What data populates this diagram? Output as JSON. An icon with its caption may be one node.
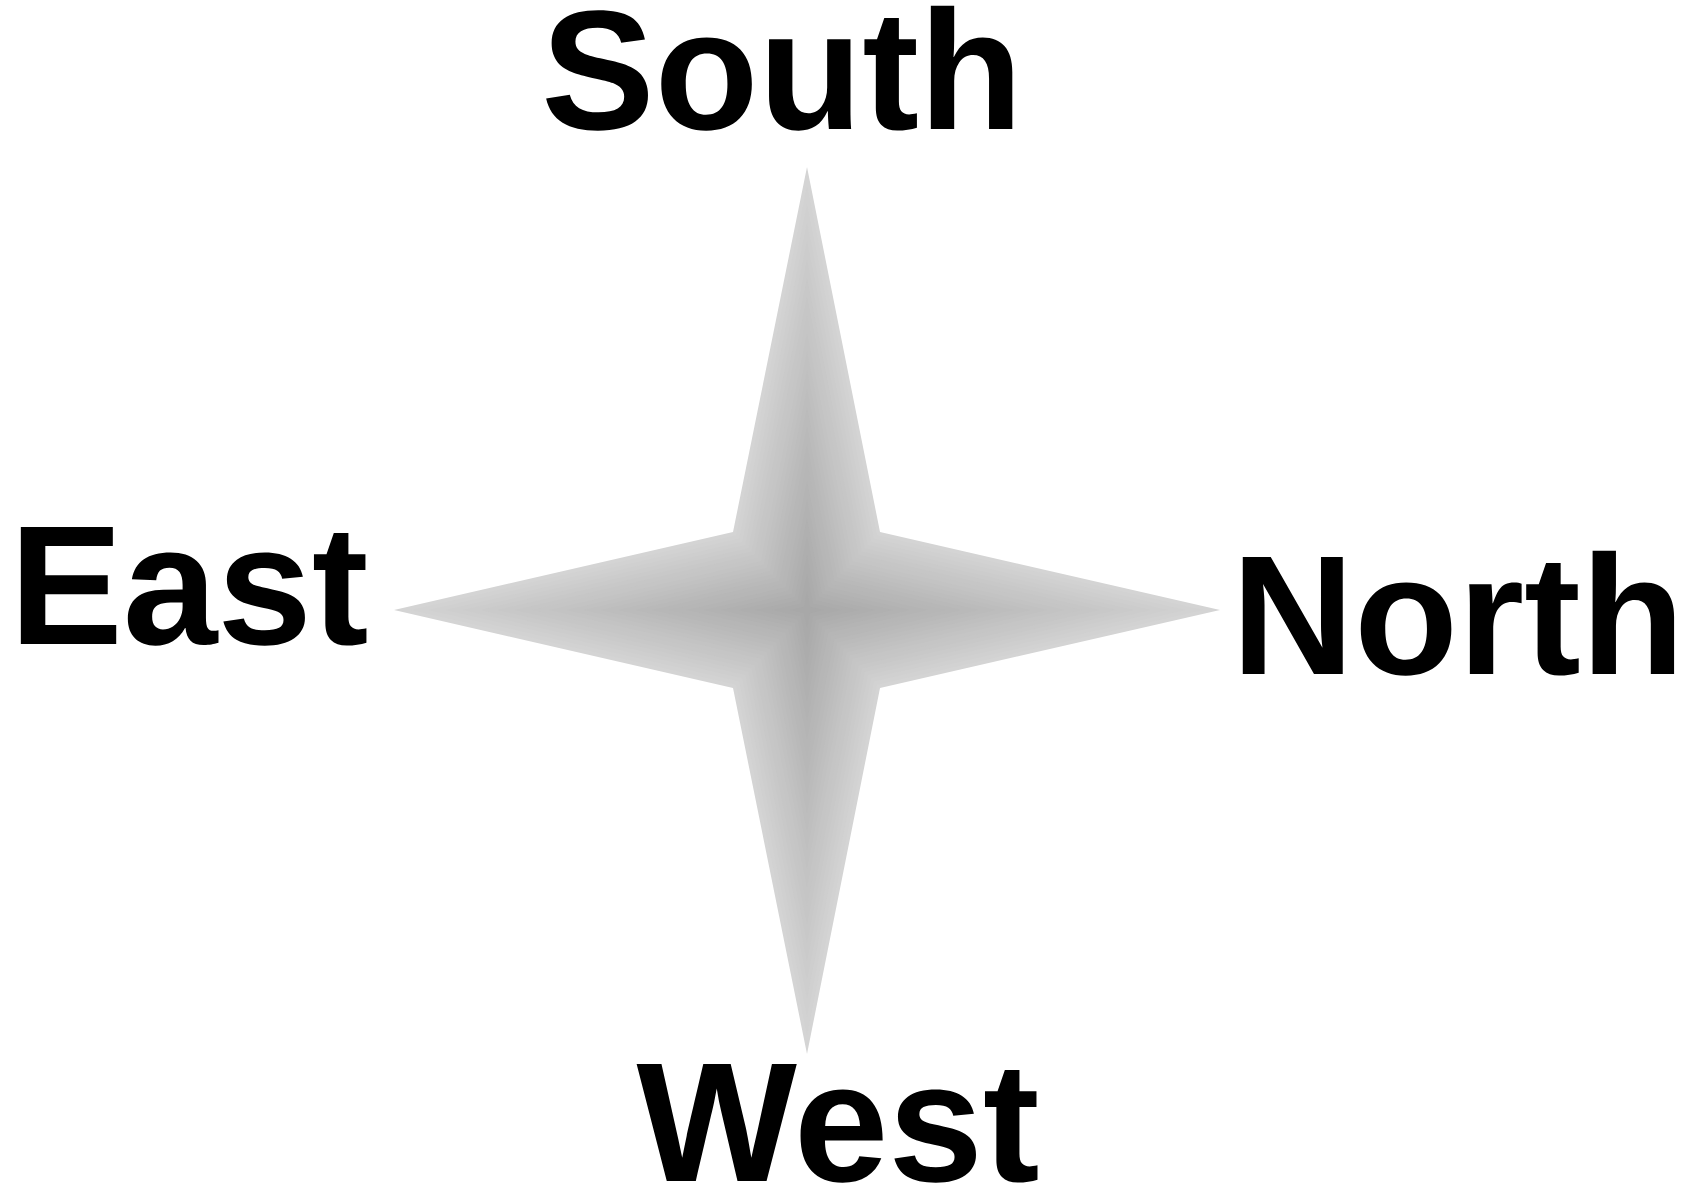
{
  "diagram": {
    "labels": [
      "South",
      "East",
      "North",
      "West"
    ]
  }
}
